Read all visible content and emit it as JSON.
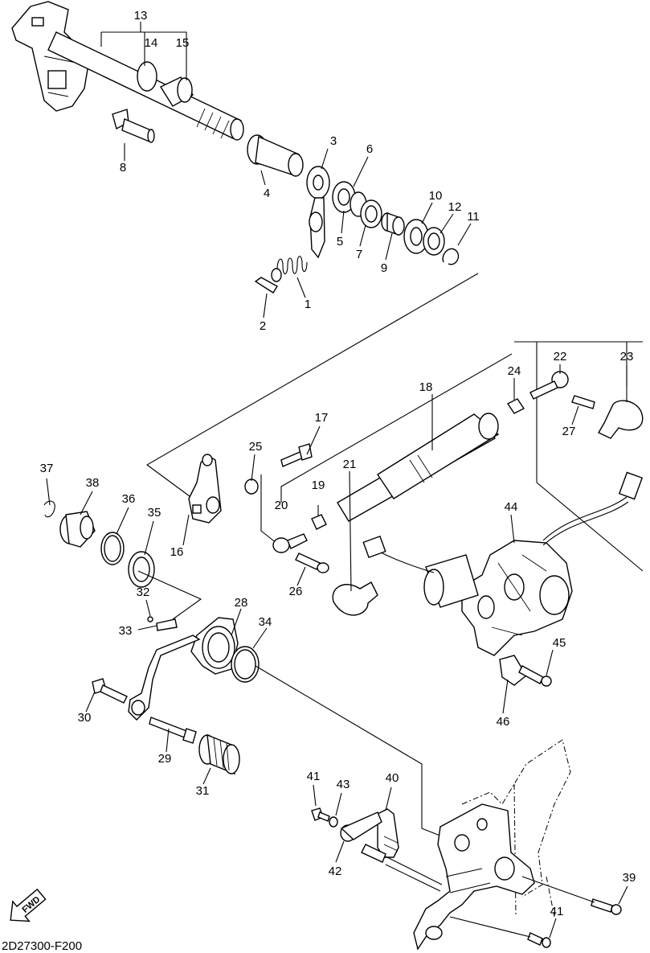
{
  "diagram_code": "2D27300-F200",
  "fwd_label": "FWD",
  "callouts": [
    "1",
    "2",
    "3",
    "4",
    "5",
    "6",
    "7",
    "8",
    "9",
    "10",
    "11",
    "12",
    "13",
    "14",
    "15",
    "16",
    "17",
    "18",
    "19",
    "20",
    "21",
    "22",
    "23",
    "24",
    "25",
    "26",
    "27",
    "28",
    "29",
    "30",
    "31",
    "32",
    "33",
    "34",
    "35",
    "36",
    "37",
    "38",
    "39",
    "40",
    "41",
    "42",
    "43",
    "44",
    "45",
    "46"
  ]
}
